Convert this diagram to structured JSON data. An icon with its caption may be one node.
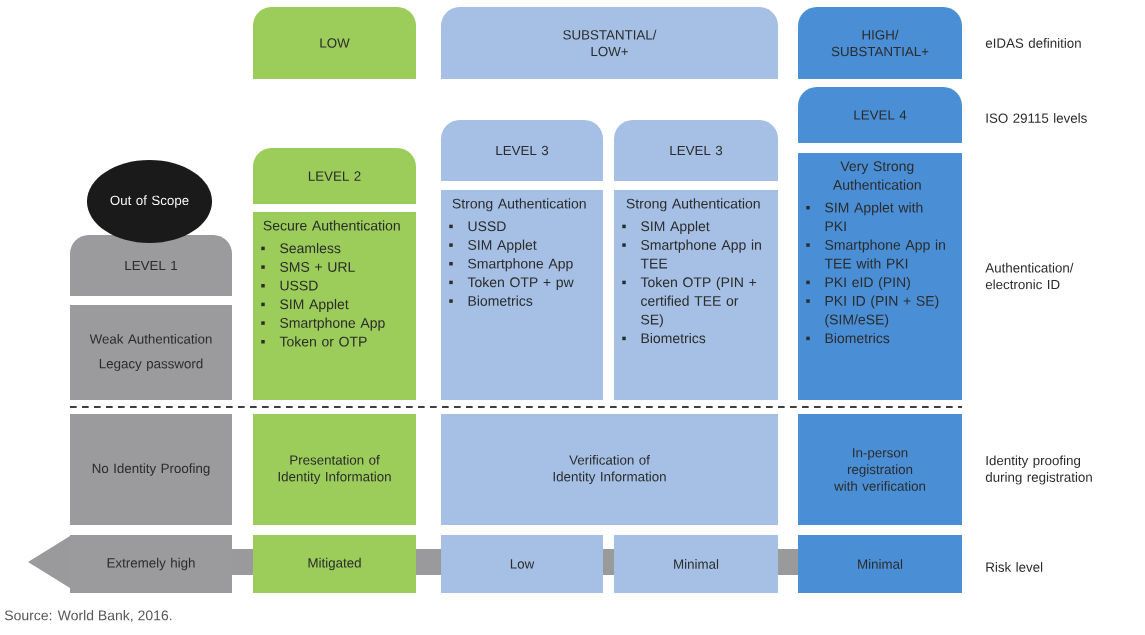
{
  "diagram": {
    "caption": "Source: World Bank, 2016.",
    "nodes": [
      {
        "text": [
          "LOW"
        ]
      },
      {
        "text": [
          "SUBSTANTIAL/ LOW+"
        ]
      },
      {
        "text": [
          "HIGH/ SUBSTANTIAL+"
        ]
      },
      {
        "text": [
          "Out of Scope"
        ]
      },
      {
        "text": [
          "LEVEL 1"
        ]
      },
      {
        "text": [
          "LEVEL 2"
        ]
      },
      {
        "text": [
          "LEVEL 3"
        ]
      },
      {
        "text": [
          "LEVEL 3"
        ]
      },
      {
        "text": [
          "LEVEL 4"
        ]
      },
      {
        "text": [
          "Weak Authentication",
          "Legacy password"
        ]
      },
      {
        "text": [
          "Secure Authentication",
          "Seamless",
          "SMS + URL",
          "USSD",
          "SIM Applet",
          "Smartphone App",
          "Token or OTP"
        ]
      },
      {
        "text": [
          "Strong Authentication",
          "USSD",
          "SIM Applet",
          "Smartphone App",
          "Token OTP + pw",
          "Biometrics"
        ]
      },
      {
        "text": [
          "Strong Authentication",
          "SIM Applet",
          "Smartphone App in TEE",
          "Token OTP (PIN + certified TEE or SE)",
          "Biometrics"
        ]
      },
      {
        "text": [
          "Very Strong Authentication",
          "SIM Applet with PKI",
          "Smartphone App in TEE with PKI",
          "PKI eID (PIN)",
          "PKI ID (PIN + SE) (SIM/eSE)",
          "Biometrics"
        ]
      },
      {
        "text": [
          "No Identity Proofing"
        ]
      },
      {
        "text": [
          "Presentation of Identity Information"
        ]
      },
      {
        "text": [
          "Verification of Identity Information"
        ]
      },
      {
        "text": [
          "In-person registration with verification"
        ]
      },
      {
        "text": [
          "Extremely high"
        ]
      },
      {
        "text": [
          "Mitigated"
        ]
      },
      {
        "text": [
          "Low"
        ]
      },
      {
        "text": [
          "Minimal"
        ]
      },
      {
        "text": [
          "Minimal"
        ]
      }
    ],
    "labels": [
      "eIDAS definition",
      "ISO 29115 levels",
      "Authentication/ electronic ID",
      "Identity proofing during registration",
      "Risk level"
    ]
  }
}
